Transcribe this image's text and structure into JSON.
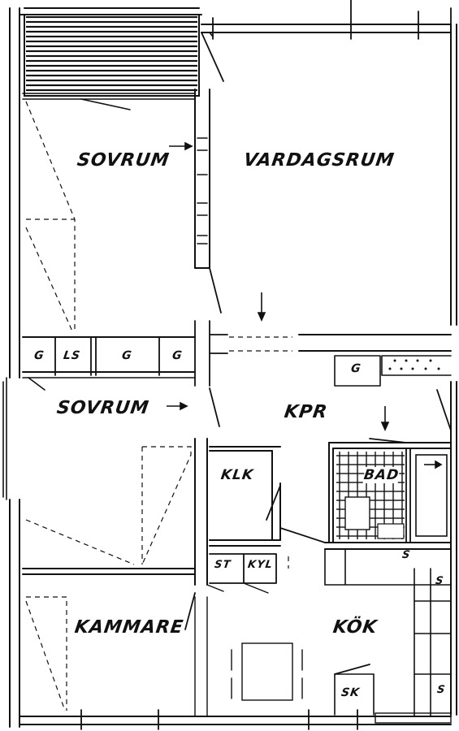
{
  "rooms": {
    "sovrum_top": "SOVRUM",
    "vardagsrum": "VARDAGSRUM",
    "sovrum_mid": "SOVRUM",
    "kpr": "KPR",
    "klk": "KLK",
    "bad": "BAD",
    "kammare": "KAMMARE",
    "kok": "KÖK"
  },
  "fixtures": {
    "g1": "G",
    "ls": "LS",
    "g2": "G",
    "g3": "G",
    "g4": "G",
    "st": "ST",
    "kyl": "KYL",
    "s1": "S",
    "s2": "S",
    "s3": "S",
    "sk": "SK"
  }
}
